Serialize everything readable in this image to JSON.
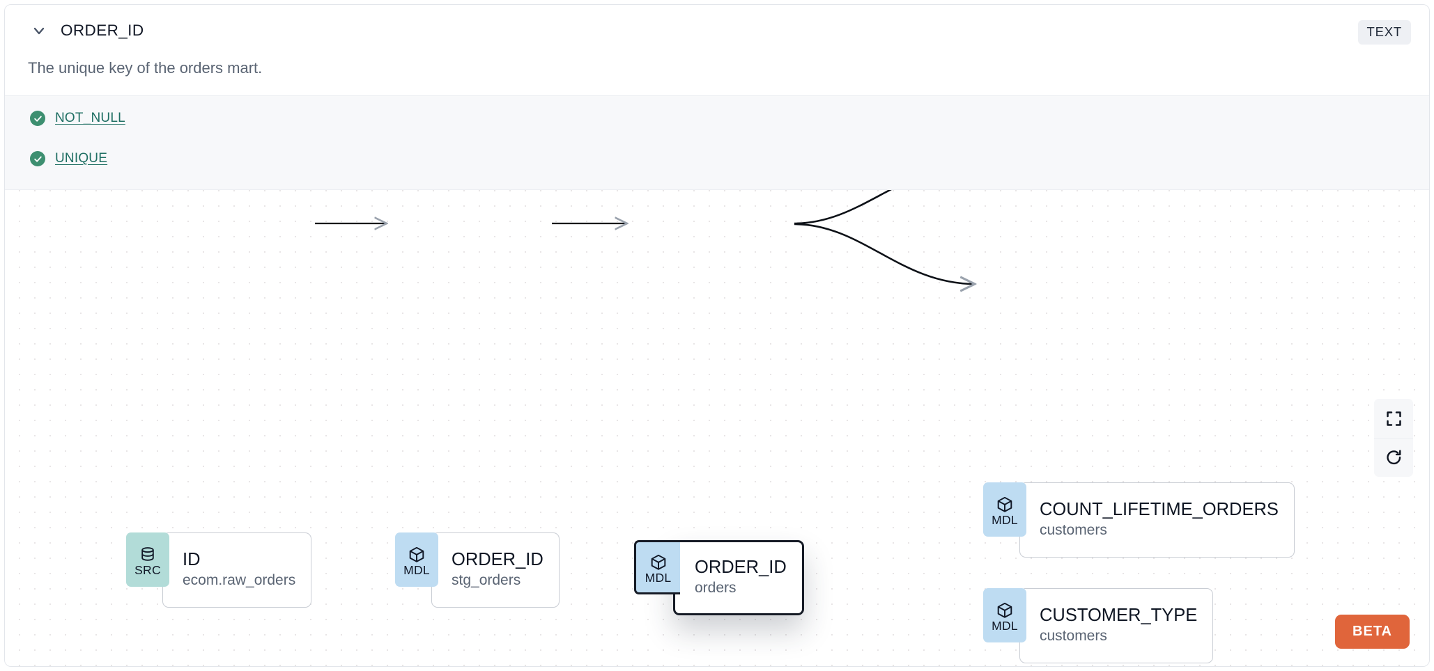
{
  "column": {
    "name": "ORDER_ID",
    "type_badge": "TEXT",
    "description": "The unique key of the orders mart.",
    "chevron_icon": "chevron-down-icon"
  },
  "tests": [
    {
      "label": "NOT_NULL",
      "status": "pass",
      "icon": "check-circle-icon"
    },
    {
      "label": "UNIQUE",
      "status": "pass",
      "icon": "check-circle-icon"
    }
  ],
  "lineage": {
    "nodes": [
      {
        "id": "src-id",
        "badge": "SRC",
        "badge_icon": "database-icon",
        "name": "ID",
        "subtitle": "ecom.raw_orders",
        "focused": false
      },
      {
        "id": "stg-order-id",
        "badge": "MDL",
        "badge_icon": "cube-icon",
        "name": "ORDER_ID",
        "subtitle": "stg_orders",
        "focused": false
      },
      {
        "id": "orders-order-id",
        "badge": "MDL",
        "badge_icon": "cube-icon",
        "name": "ORDER_ID",
        "subtitle": "orders",
        "focused": true
      },
      {
        "id": "count-lifetime",
        "badge": "MDL",
        "badge_icon": "cube-icon",
        "name": "COUNT_LIFETIME_ORDERS",
        "subtitle": "customers",
        "focused": false
      },
      {
        "id": "customer-type",
        "badge": "MDL",
        "badge_icon": "cube-icon",
        "name": "CUSTOMER_TYPE",
        "subtitle": "customers",
        "focused": false
      }
    ],
    "edges": [
      {
        "from": "src-id",
        "to": "stg-order-id"
      },
      {
        "from": "stg-order-id",
        "to": "orders-order-id"
      },
      {
        "from": "orders-order-id",
        "to": "count-lifetime"
      },
      {
        "from": "orders-order-id",
        "to": "customer-type"
      }
    ],
    "controls": [
      {
        "name": "fullscreen",
        "icon": "fullscreen-icon"
      },
      {
        "name": "refresh",
        "icon": "refresh-icon"
      }
    ],
    "beta_label": "BETA"
  },
  "colors": {
    "src_badge": "#b2dcd8",
    "mdl_badge": "#bedcf2",
    "test_pass": "#3d8f70",
    "test_link": "#1f6f63",
    "beta": "#e0653b",
    "type_badge_bg": "#eef0f4"
  }
}
